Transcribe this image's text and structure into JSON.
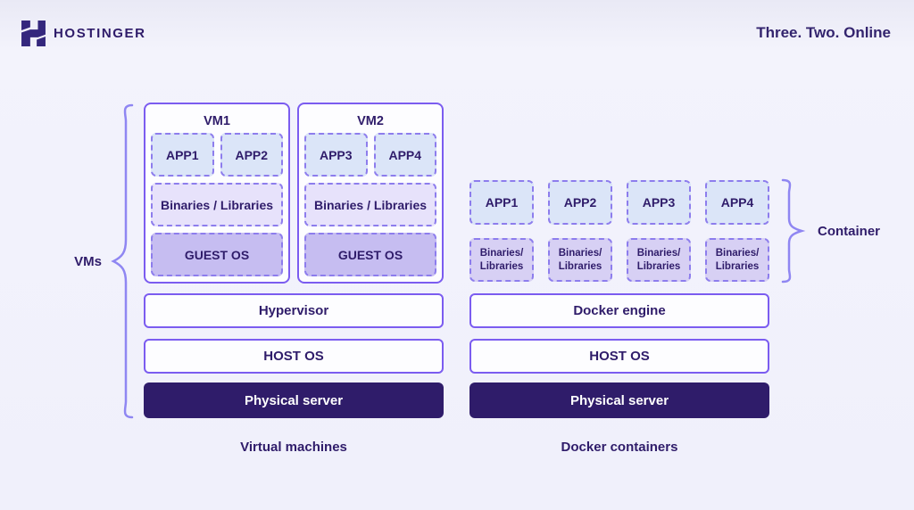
{
  "header": {
    "brand": "HOSTINGER",
    "tagline": "Three. Two. Online"
  },
  "vm_section": {
    "brace_label": "VMs",
    "caption": "Virtual machines",
    "vms": [
      {
        "title": "VM1",
        "apps": [
          "APP1",
          "APP2"
        ],
        "binaries": "Binaries / Libraries",
        "guest_os": "GUEST OS"
      },
      {
        "title": "VM2",
        "apps": [
          "APP3",
          "APP4"
        ],
        "binaries": "Binaries / Libraries",
        "guest_os": "GUEST OS"
      }
    ],
    "layers": {
      "hypervisor": "Hypervisor",
      "host_os": "HOST OS",
      "physical": "Physical server"
    }
  },
  "docker_section": {
    "brace_label": "Container",
    "caption": "Docker containers",
    "apps": [
      "APP1",
      "APP2",
      "APP3",
      "APP4"
    ],
    "binaries_line1": "Binaries/",
    "binaries_line2": "Libraries",
    "layers": {
      "engine": "Docker engine",
      "host_os": "HOST OS",
      "physical": "Physical server"
    }
  },
  "colors": {
    "background": "#f0f0fb",
    "dark_purple": "#2f1c6a",
    "border_purple": "#7b5cf0",
    "dashed_purple": "#8d7ded",
    "app_fill": "#dbe5f8",
    "binaries_fill_light": "#e7e2fb",
    "guest_os_fill": "#c6bdf1",
    "binaries_fill_dark": "#d7d0f4",
    "brace_purple": "#8f86f2"
  }
}
